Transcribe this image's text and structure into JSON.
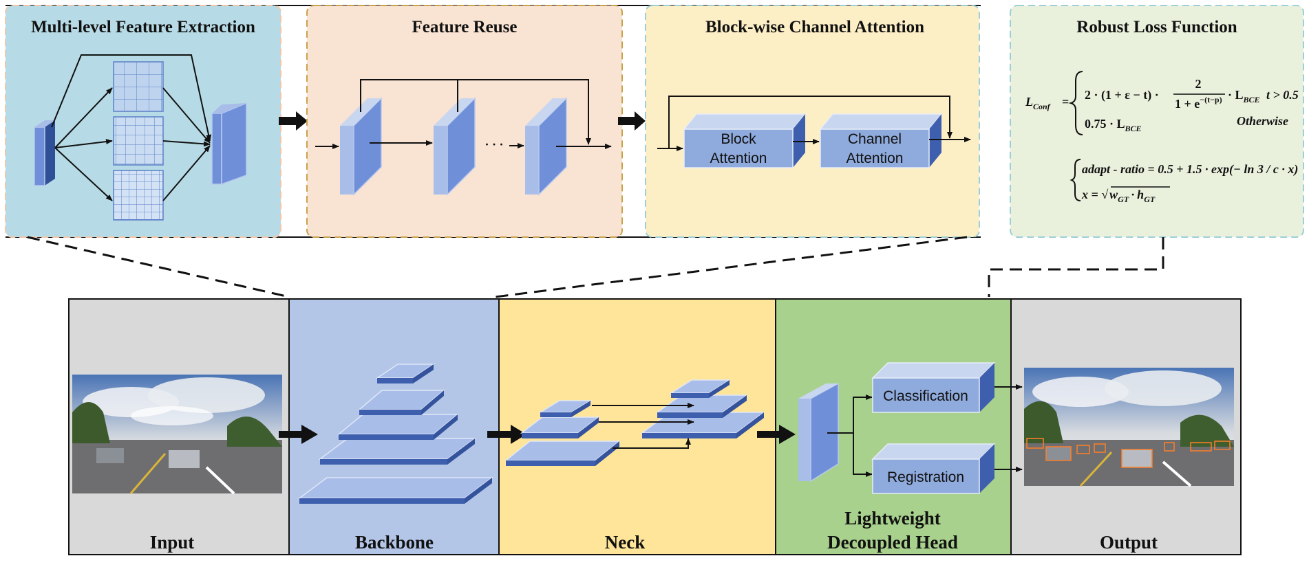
{
  "panels": {
    "multi_level": "Multi-level Feature Extraction",
    "feature_reuse": "Feature Reuse",
    "block_channel": "Block-wise Channel Attention",
    "robust_loss": "Robust Loss Function"
  },
  "blocks": {
    "block_attention": [
      "Block",
      "Attention"
    ],
    "channel_attention": [
      "Channel",
      "Attention"
    ],
    "classification": "Classification",
    "registration": "Registration"
  },
  "stages": {
    "input": "Input",
    "backbone": "Backbone",
    "neck": "Neck",
    "head_line1": "Lightweight",
    "head_line2": "Decoupled Head",
    "output": "Output"
  },
  "dots": "· · ·",
  "formula": {
    "lhs": "L",
    "lhs_sub": "Conf",
    "case1": "2 · (1 + ε − t) ·",
    "frac_num": "2",
    "frac_den": "1 + e",
    "frac_exp": "−(t−p)",
    "case1_tail": "· L",
    "case1_tail_sub": "BCE",
    "cond1": "t > 0.5",
    "case2": "0.75 · L",
    "case2_sub": "BCE",
    "cond2": "Otherwise",
    "adapt": "adapt - ratio = 0.5 + 1.5 · exp(− ln 3 / c · x)",
    "x_eq": "x = √",
    "w": "w",
    "w_sub": "GT",
    "dot": "·",
    "h": "h",
    "h_sub": "GT"
  },
  "colors": {
    "panel1": "#b7dbe6",
    "panel2": "#f9e3d3",
    "panel3": "#fdefc5",
    "panel4": "#e9f0dc",
    "input_bg": "#d9d9d9",
    "backbone_bg": "#b3c6e7",
    "neck_bg": "#ffe599",
    "head_bg": "#a9d18e",
    "output_bg": "#d9d9d9"
  }
}
